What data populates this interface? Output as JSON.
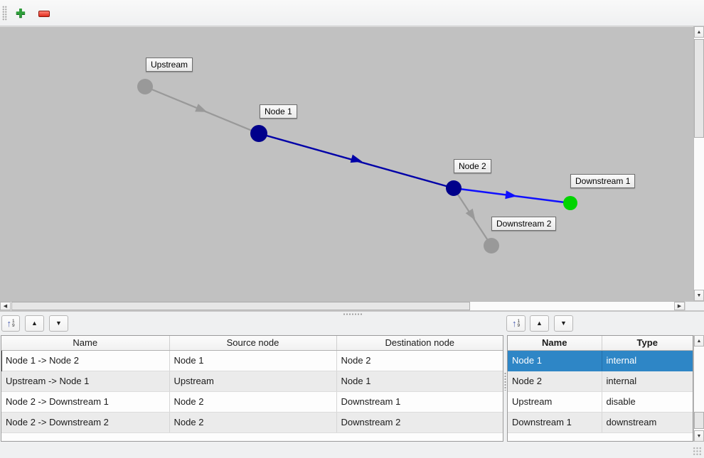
{
  "window": {
    "bg_color": "#eff0f1"
  },
  "main_toolbar": {
    "add_button_icon": "✚"
  },
  "icons": {
    "sort_arrow": "↑",
    "sort_top_digit": "1",
    "sort_bottom_digit": "9",
    "move_up": "▲",
    "move_down": "▼",
    "scroll_up": "▲",
    "scroll_down": "▼",
    "scroll_left": "◀",
    "scroll_right": "▶"
  },
  "graph": {
    "canvas_bg": "#c1c1c1",
    "nodes": [
      {
        "label": "Upstream",
        "color": "#999999"
      },
      {
        "label": "Node 1",
        "color": "#00008b"
      },
      {
        "label": "Node 2",
        "color": "#00008b"
      },
      {
        "label": "Downstream 1",
        "color": "#00d400"
      },
      {
        "label": "Downstream 2",
        "color": "#999999"
      }
    ],
    "edges": [
      {
        "name": "Upstream -> Node 1",
        "color": "#999999"
      },
      {
        "name": "Node 1 -> Node 2",
        "color": "#0000a8"
      },
      {
        "name": "Node 2 -> Downstream 1",
        "color": "#0f0fff"
      },
      {
        "name": "Node 2 -> Downstream 2",
        "color": "#999999"
      }
    ]
  },
  "edge_table": {
    "columns": [
      "Name",
      "Source node",
      "Destination node"
    ],
    "rows": [
      {
        "name": "Node 1 -> Node 2",
        "source": "Node 1",
        "destination": "Node 2"
      },
      {
        "name": "Upstream -> Node 1",
        "source": "Upstream",
        "destination": "Node 1"
      },
      {
        "name": "Node 2 -> Downstream 1",
        "source": "Node 2",
        "destination": "Downstream 1"
      },
      {
        "name": "Node 2 -> Downstream 2",
        "source": "Node 2",
        "destination": "Downstream 2"
      }
    ]
  },
  "node_table": {
    "columns": [
      "Name",
      "Type"
    ],
    "rows": [
      {
        "name": "Node 1",
        "type": "internal"
      },
      {
        "name": "Node 2",
        "type": "internal"
      },
      {
        "name": "Upstream",
        "type": "disable"
      },
      {
        "name": "Downstream 1",
        "type": "downstream"
      }
    ],
    "selected_row_index": 0,
    "selection_color": "#2e86c6"
  }
}
